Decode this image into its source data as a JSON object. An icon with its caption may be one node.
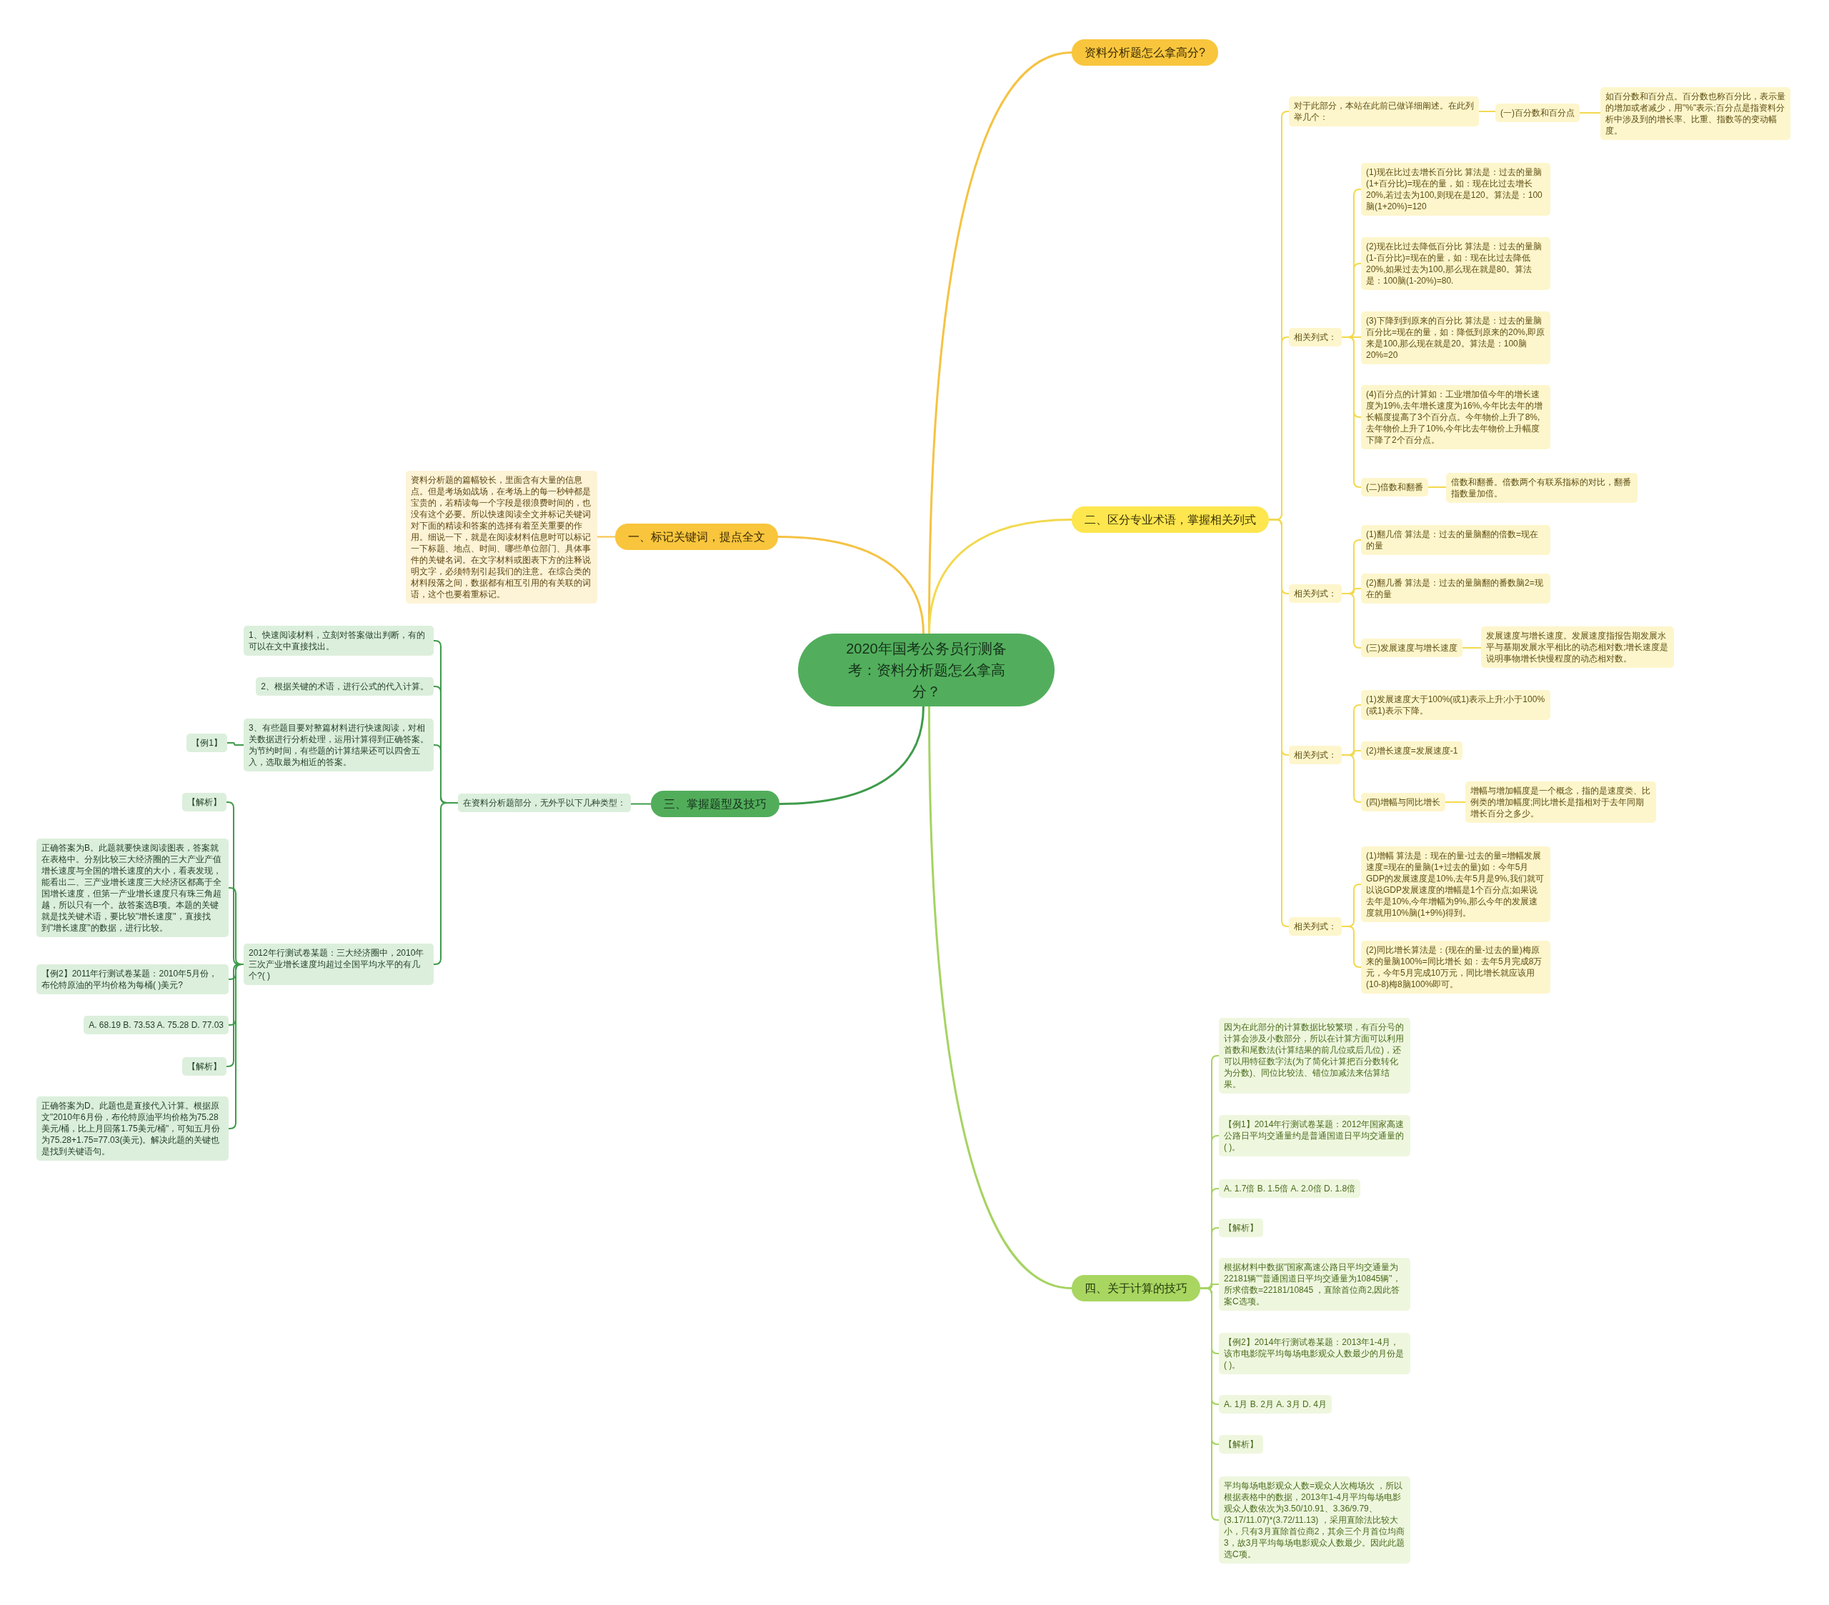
{
  "diagram": {
    "nodes": [
      {
        "text": [
          "2020年国考公务员行测备考：资料分析题怎么拿高分？"
        ]
      },
      {
        "text": [
          "资料分析题怎么拿高分?"
        ]
      },
      {
        "text": [
          "二、区分专业术语，掌握相关列式"
        ]
      },
      {
        "text": [
          "对于此部分，本站在此前已做详细阐述。在此列举几个："
        ]
      },
      {
        "text": [
          "(一)百分数和百分点"
        ]
      },
      {
        "text": [
          "如百分数和百分点。百分数也称百分比，表示量的增加或者减少，用\"%\"表示;百分点是指资料分析中涉及到的增长率、比重、指数等的变动幅度。"
        ]
      },
      {
        "text": [
          "相关列式："
        ]
      },
      {
        "text": [
          "(1)现在比过去增长百分比 算法是：过去的量脑(1+百分比)=现在的量，如：现在比过去增长20%,若过去为100,则现在是120。算法是：100脑(1+20%)=120"
        ]
      },
      {
        "text": [
          "(2)现在比过去降低百分比 算法是：过去的量脑(1-百分比)=现在的量，如：现在比过去降低20%,如果过去为100,那么现在就是80。算法是：100脑(1-20%)=80."
        ]
      },
      {
        "text": [
          "(3)下降到到原来的百分比 算法是：过去的量脑百分比=现在的量，如：降低到原来的20%,即原来是100,那么现在就是20。算法是：100脑20%=20"
        ]
      },
      {
        "text": [
          "(4)百分点的计算如：工业增加值今年的增长速度为19%,去年增长速度为16%,今年比去年的增长幅度提高了3个百分点。今年物价上升了8%,去年物价上升了10%,今年比去年物价上升幅度下降了2个百分点。"
        ]
      },
      {
        "text": [
          "(二)倍数和翻番"
        ]
      },
      {
        "text": [
          "倍数和翻番。倍数两个有联系指标的对比，翻番指数量加倍。"
        ]
      },
      {
        "text": [
          "相关列式："
        ]
      },
      {
        "text": [
          "(1)翻几倍 算法是：过去的量脑翻的倍数=现在的量"
        ]
      },
      {
        "text": [
          "(2)翻几番 算法是：过去的量脑翻的番数脑2=现在的量"
        ]
      },
      {
        "text": [
          "(三)发展速度与增长速度"
        ]
      },
      {
        "text": [
          "发展速度与增长速度。发展速度指报告期发展水平与基期发展水平相比的动态相对数;增长速度是说明事物增长快慢程度的动态相对数。"
        ]
      },
      {
        "text": [
          "相关列式："
        ]
      },
      {
        "text": [
          "(1)发展速度大于100%(或1)表示上升;小于100%(或1)表示下降。"
        ]
      },
      {
        "text": [
          "(2)增长速度=发展速度-1"
        ]
      },
      {
        "text": [
          "(四)增幅与同比增长"
        ]
      },
      {
        "text": [
          "增幅与增加幅度是一个概念，指的是速度类、比例类的增加幅度;同比增长是指相对于去年同期增长百分之多少。"
        ]
      },
      {
        "text": [
          "相关列式："
        ]
      },
      {
        "text": [
          "(1)增幅 算法是：现在的量-过去的量=增幅发展速度=现在的量脑(1+过去的量)如：今年5月GDP的发展速度是10%,去年5月是9%,我们就可以说GDP发展速度的增幅是1个百分点;如果说去年是10%,今年增幅为9%,那么今年的发展速度就用10%脑(1+9%)得到。"
        ]
      },
      {
        "text": [
          "(2)同比增长算法是：(现在的量-过去的量)梅原来的量脑100%=同比增长 如：去年5月完成8万元，今年5月完成10万元，同比增长就应该用(10-8)梅8脑100%即可。"
        ]
      },
      {
        "text": [
          "一、标记关键词，提点全文"
        ]
      },
      {
        "text": [
          "资料分析题的篇幅较长，里面含有大量的信息点。但是考场如战场，在考场上的每一秒钟都是宝贵的，若精读每一个字段是很浪费时间的，也没有这个必要。所以快速阅读全文并标记关键词对下面的精读和答案的选择有着至关重要的作用。细说一下，就是在阅读材料信息时可以标记一下标题、地点、时间、哪些单位部门、具体事件的关键名词。在文字材料或图表下方的注释说明文字，必须特别引起我们的注意。在综合类的材料段落之间，数据都有相互引用的有关联的词语，这个也要着重标记。"
        ]
      },
      {
        "text": [
          "三、掌握题型及技巧"
        ]
      },
      {
        "text": [
          "在资料分析题部分，无外乎以下几种类型："
        ]
      },
      {
        "text": [
          "1、快速阅读材料，立刻对答案做出判断，有的可以在文中直接找出。"
        ]
      },
      {
        "text": [
          "2、根据关键的术语，进行公式的代入计算。"
        ]
      },
      {
        "text": [
          "3、有些题目要对整篇材料进行快速阅读，对相关数据进行分析处理，运用计算得到正确答案。为节约时间，有些题的计算结果还可以四舍五入，选取最为相近的答案。"
        ]
      },
      {
        "text": [
          "【例1】"
        ]
      },
      {
        "text": [
          "2012年行测试卷某题：三大经济圈中，2010年三次产业增长速度均超过全国平均水平的有几个?( )"
        ]
      },
      {
        "text": [
          "【解析】"
        ]
      },
      {
        "text": [
          "正确答案为B。此题就要快速阅读图表，答案就在表格中。分别比较三大经济圈的三大产业产值增长速度与全国的增长速度的大小，看表发现，能看出二、三产业增长速度三大经济区都高于全国增长速度，但第一产业增长速度只有珠三角超越，所以只有一个。故答案选B项。本题的关键就是找关键术语，要比较\"增长速度\"，直接找到\"增长速度\"的数据，进行比较。"
        ]
      },
      {
        "text": [
          "【例2】2011年行测试卷某题：2010年5月份，布伦特原油的平均价格为每桶( )美元?"
        ]
      },
      {
        "text": [
          "A. 68.19 B. 73.53 A. 75.28 D. 77.03"
        ]
      },
      {
        "text": [
          "【解析】"
        ]
      },
      {
        "text": [
          "正确答案为D。此题也是直接代入计算。根据原文\"2010年6月份，布伦特原油平均价格为75.28美元/桶，比上月回落1.75美元/桶\"，可知五月份为75.28+1.75=77.03(美元)。解决此题的关键也是找到关键语句。"
        ]
      },
      {
        "text": [
          "四、关于计算的技巧"
        ]
      },
      {
        "text": [
          "因为在此部分的计算数据比较繁琐，有百分号的计算会涉及小数部分，所以在计算方面可以利用首数和尾数法(计算结果的前几位或后几位)，还可以用特征数字法(为了简化计算把百分数转化为分数)、同位比较法、错位加减法来估算结果。"
        ]
      },
      {
        "text": [
          "【例1】2014年行测试卷某题：2012年国家高速公路日平均交通量约是普通国道日平均交通量的( )。"
        ]
      },
      {
        "text": [
          "A. 1.7倍 B. 1.5倍 A. 2.0倍 D. 1.8倍"
        ]
      },
      {
        "text": [
          "【解析】"
        ]
      },
      {
        "text": [
          "根据材料中数据\"国家高速公路日平均交通量为22181辆\"\"普通国道日平均交通量为10845辆\"，所求倍数=22181/10845 ，直除首位商2,因此答案C选项。"
        ]
      },
      {
        "text": [
          "【例2】2014年行测试卷某题：2013年1-4月，该市电影院平均每场电影观众人数最少的月份是( )。"
        ]
      },
      {
        "text": [
          "A. 1月 B. 2月 A. 3月 D. 4月"
        ]
      },
      {
        "text": [
          "【解析】"
        ]
      },
      {
        "text": [
          "平均每场电影观众人数=观众人次梅场次 ，所以根据表格中的数据，2013年1-4月平均每场电影观众人数依次为3.50/10.91、3.36/9.79、(3.17/11.07)*(3.72/11.13) ，采用直除法比较大小，只有3月直除首位商2，其余三个月首位均商3，故3月平均每场电影观众人数最少。因此此题选C项。"
        ]
      }
    ],
    "edges": [
      {
        "from": 0,
        "to": 1,
        "arrow": "none",
        "color": "#f5c343"
      },
      {
        "from": 0,
        "to": 2,
        "arrow": "none"
      },
      {
        "from": 0,
        "to": 26,
        "arrow": "none",
        "color": "#f5c343"
      },
      {
        "from": 0,
        "to": 28,
        "arrow": "none",
        "color": "#3f9b4b"
      },
      {
        "from": 0,
        "to": 41,
        "arrow": "none",
        "color": "#a6d362"
      },
      {
        "from": 2,
        "to": 3,
        "arrow": "none"
      },
      {
        "from": 3,
        "to": 4,
        "arrow": "none"
      },
      {
        "from": 4,
        "to": 5,
        "arrow": "none"
      },
      {
        "from": 2,
        "to": 6,
        "arrow": "none"
      },
      {
        "from": 6,
        "to": 7,
        "arrow": "none"
      },
      {
        "from": 6,
        "to": 8,
        "arrow": "none"
      },
      {
        "from": 6,
        "to": 9,
        "arrow": "none"
      },
      {
        "from": 6,
        "to": 10,
        "arrow": "none"
      },
      {
        "from": 6,
        "to": 11,
        "arrow": "none"
      },
      {
        "from": 11,
        "to": 12,
        "arrow": "none"
      },
      {
        "from": 2,
        "to": 13,
        "arrow": "none"
      },
      {
        "from": 13,
        "to": 14,
        "arrow": "none"
      },
      {
        "from": 13,
        "to": 15,
        "arrow": "none"
      },
      {
        "from": 13,
        "to": 16,
        "arrow": "none"
      },
      {
        "from": 16,
        "to": 17,
        "arrow": "none"
      },
      {
        "from": 2,
        "to": 18,
        "arrow": "none"
      },
      {
        "from": 18,
        "to": 19,
        "arrow": "none"
      },
      {
        "from": 18,
        "to": 20,
        "arrow": "none"
      },
      {
        "from": 18,
        "to": 21,
        "arrow": "none"
      },
      {
        "from": 21,
        "to": 22,
        "arrow": "none"
      },
      {
        "from": 2,
        "to": 23,
        "arrow": "none"
      },
      {
        "from": 23,
        "to": 24,
        "arrow": "none"
      },
      {
        "from": 23,
        "to": 25,
        "arrow": "none"
      },
      {
        "from": 26,
        "to": 27,
        "arrow": "none",
        "color": "#f5c343"
      },
      {
        "from": 28,
        "to": 29,
        "arrow": "none",
        "color": "#3f9b4b"
      },
      {
        "from": 29,
        "to": 30,
        "arrow": "none",
        "color": "#3f9b4b"
      },
      {
        "from": 29,
        "to": 31,
        "arrow": "none",
        "color": "#3f9b4b"
      },
      {
        "from": 29,
        "to": 32,
        "arrow": "none",
        "color": "#3f9b4b"
      },
      {
        "from": 29,
        "to": 34,
        "arrow": "none",
        "color": "#3f9b4b"
      },
      {
        "from": 32,
        "to": 33,
        "arrow": "none",
        "color": "#3f9b4b"
      },
      {
        "from": 34,
        "to": 35,
        "arrow": "none",
        "color": "#3f9b4b"
      },
      {
        "from": 34,
        "to": 36,
        "arrow": "none",
        "color": "#3f9b4b"
      },
      {
        "from": 34,
        "to": 37,
        "arrow": "none",
        "color": "#3f9b4b"
      },
      {
        "from": 34,
        "to": 38,
        "arrow": "none",
        "color": "#3f9b4b"
      },
      {
        "from": 34,
        "to": 39,
        "arrow": "none",
        "color": "#3f9b4b"
      },
      {
        "from": 34,
        "to": 40,
        "arrow": "none",
        "color": "#3f9b4b"
      },
      {
        "from": 41,
        "to": 42,
        "arrow": "none",
        "color": "#a6d362"
      },
      {
        "from": 41,
        "to": 43,
        "arrow": "none",
        "color": "#a6d362"
      },
      {
        "from": 41,
        "to": 44,
        "arrow": "none",
        "color": "#a6d362"
      },
      {
        "from": 41,
        "to": 45,
        "arrow": "none",
        "color": "#a6d362"
      },
      {
        "from": 41,
        "to": 46,
        "arrow": "none",
        "color": "#a6d362"
      },
      {
        "from": 41,
        "to": 47,
        "arrow": "none",
        "color": "#a6d362"
      },
      {
        "from": 41,
        "to": 48,
        "arrow": "none",
        "color": "#a6d362"
      },
      {
        "from": 41,
        "to": 49,
        "arrow": "none",
        "color": "#a6d362"
      },
      {
        "from": 41,
        "to": 50,
        "arrow": "none",
        "color": "#a6d362"
      }
    ]
  }
}
